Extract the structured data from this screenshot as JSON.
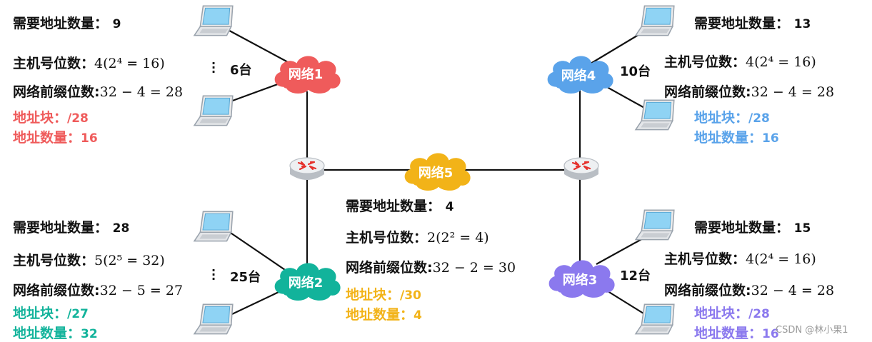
{
  "colors": {
    "net1": "#ef5b5b",
    "net2": "#12b39b",
    "net3": "#8b79ee",
    "net4": "#5aa3ea",
    "net5": "#f2b318",
    "text": "#111111",
    "router_body": "#d9dde2",
    "router_arrow": "#e5302b"
  },
  "labels": {
    "need": "需要地址数量：",
    "host_bits": "主机号位数：",
    "prefix_bits": "网络前缀位数:",
    "block": "地址块：",
    "count": "地址数量："
  },
  "networks": {
    "net1": {
      "name": "网络1",
      "need_value": "9",
      "host_value": "4(2⁴ = 16)",
      "prefix_value": "32 − 4 = 28",
      "block_value": "/28",
      "count_value": "16",
      "hosts": "6台"
    },
    "net2": {
      "name": "网络2",
      "need_value": "28",
      "host_value": "5(2⁵ = 32)",
      "prefix_value": "32 − 5 = 27",
      "block_value": "/27",
      "count_value": "32",
      "hosts": "25台"
    },
    "net3": {
      "name": "网络3",
      "need_value": "15",
      "host_value": "4(2⁴ = 16)",
      "prefix_value": "32 − 4 = 28",
      "block_value": "/28",
      "count_value": "16",
      "hosts": "12台"
    },
    "net4": {
      "name": "网络4",
      "need_value": "13",
      "host_value": "4(2⁴ = 16)",
      "prefix_value": "32 − 4 = 28",
      "block_value": "/28",
      "count_value": "16",
      "hosts": "10台"
    },
    "net5": {
      "name": "网络5",
      "need_value": "4",
      "host_value": "2(2² = 4)",
      "prefix_value": "32 − 2 = 30",
      "block_value": "/30",
      "count_value": "4"
    }
  },
  "watermark": "CSDN @林小果1",
  "icons": [
    "laptop-icon",
    "router-icon",
    "cloud-icon"
  ]
}
